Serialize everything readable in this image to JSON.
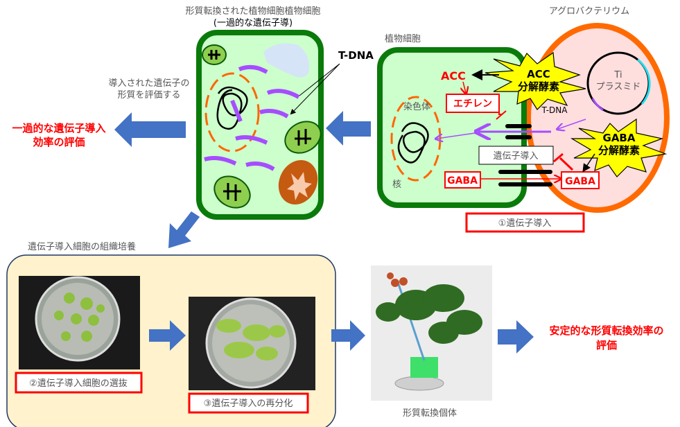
{
  "top_title": {
    "line1": "形質転換された植物細胞植物細胞",
    "line2": "(一過的な遺伝子導)"
  },
  "tdna_label": "T-DNA",
  "evaluate_note": {
    "line1": "導入された遺伝子の",
    "line2": "形質を評価する"
  },
  "transient_eval": {
    "line1": "一過的な遺伝子導入",
    "line2": "効率の評価"
  },
  "plant_cell_label": "植物細胞",
  "agro_label": "アグロバクテリウム",
  "chromosome_label": "染色体",
  "nucleus_label": "核",
  "acc": "ACC",
  "ethylene": "エチレン",
  "gaba_cell": "GABA",
  "gaba_bact": "GABA",
  "gene_transfer_box": "遺伝子導入",
  "acc_enzyme": {
    "line1": "ACC",
    "line2": "分解酵素"
  },
  "gaba_enzyme": {
    "line1": "GABA",
    "line2": "分解酵素"
  },
  "ti_plasmid": {
    "line1": "Ti",
    "line2": "プラスミド"
  },
  "tdna_small": "T-DNA",
  "step1": "①遺伝子導入",
  "culture_title": "遺伝子導入細胞の組織培養",
  "step2": "②遺伝子導入細胞の選抜",
  "step3": "③遺伝子導入の再分化",
  "transgenic_caption": "形質転換個体",
  "stable_eval": {
    "line1": "安定的な形質転換効率の",
    "line2": "評価"
  },
  "colors": {
    "cell_wall": "#0a7a0a",
    "cell_fill": "#ccffcc",
    "bact_wall": "#ff6a00",
    "bact_fill": "#ffdede",
    "arrow": "#4472c4",
    "red": "#ff0000",
    "tdna": "#a64dff"
  }
}
